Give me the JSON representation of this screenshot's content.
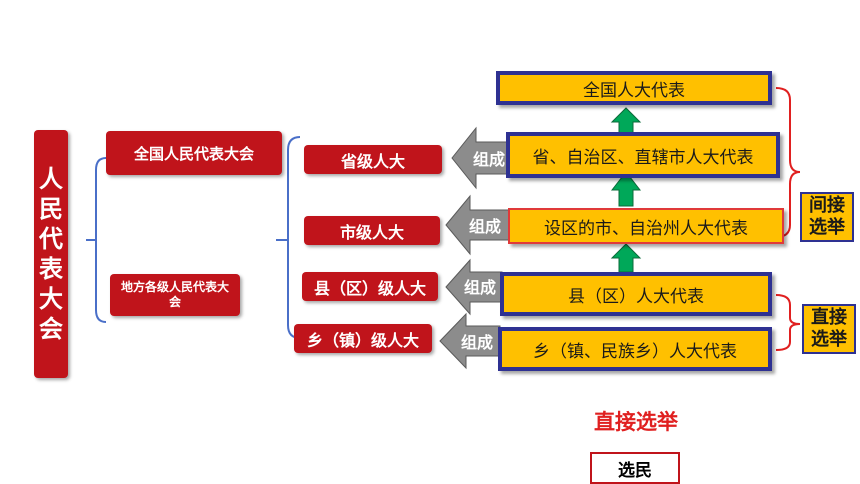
{
  "npc_vertical": "人民代表大会",
  "npc_national": "全国人民代表大会",
  "npc_local": "地方各级人民代表大会",
  "congress": {
    "provincial": "省级人大",
    "city": "市级人大",
    "county": "县（区）级人大",
    "township": "乡（镇）级人大"
  },
  "compose_label": "组成",
  "deputies": {
    "national": "全国人大代表",
    "provincial": "省、自治区、直辖市人大代表",
    "city": "设区的市、自治州人大代表",
    "county": "县（区）人大代表",
    "township": "乡（镇、民族乡）人大代表"
  },
  "indirect_election": "间接选举",
  "direct_election": "直接选举",
  "direct_election_caption": "直接选举",
  "voters": "选民",
  "colors": {
    "red": "#c0141b",
    "yellow": "#ffc000",
    "navy": "#2e3192",
    "green": "#00a859",
    "bracket_blue": "#4a6fc8"
  }
}
